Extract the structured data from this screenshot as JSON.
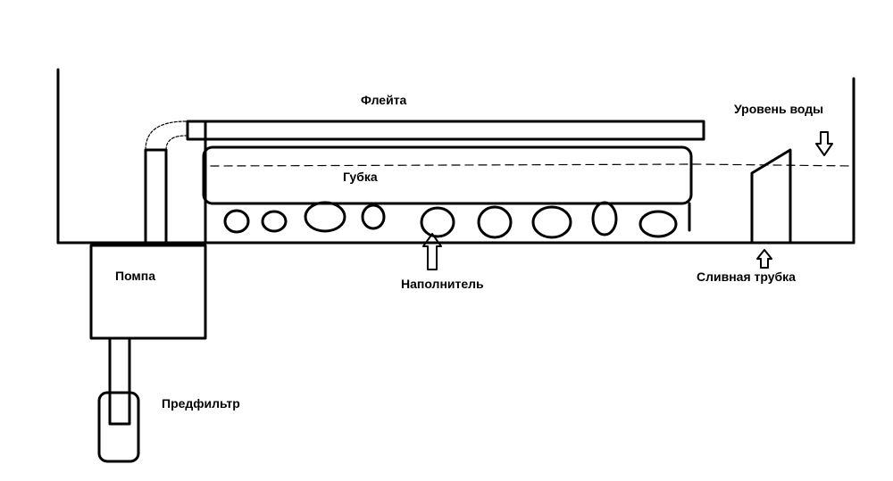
{
  "labels": {
    "flute": "Флейта",
    "sponge": "Губка",
    "pump": "Помпа",
    "filler": "Наполнитель",
    "drain_tube": "Сливная трубка",
    "water_level": "Уровень воды",
    "prefilter": "Предфильтр"
  },
  "colors": {
    "stroke": "#000000",
    "background": "#ffffff"
  }
}
